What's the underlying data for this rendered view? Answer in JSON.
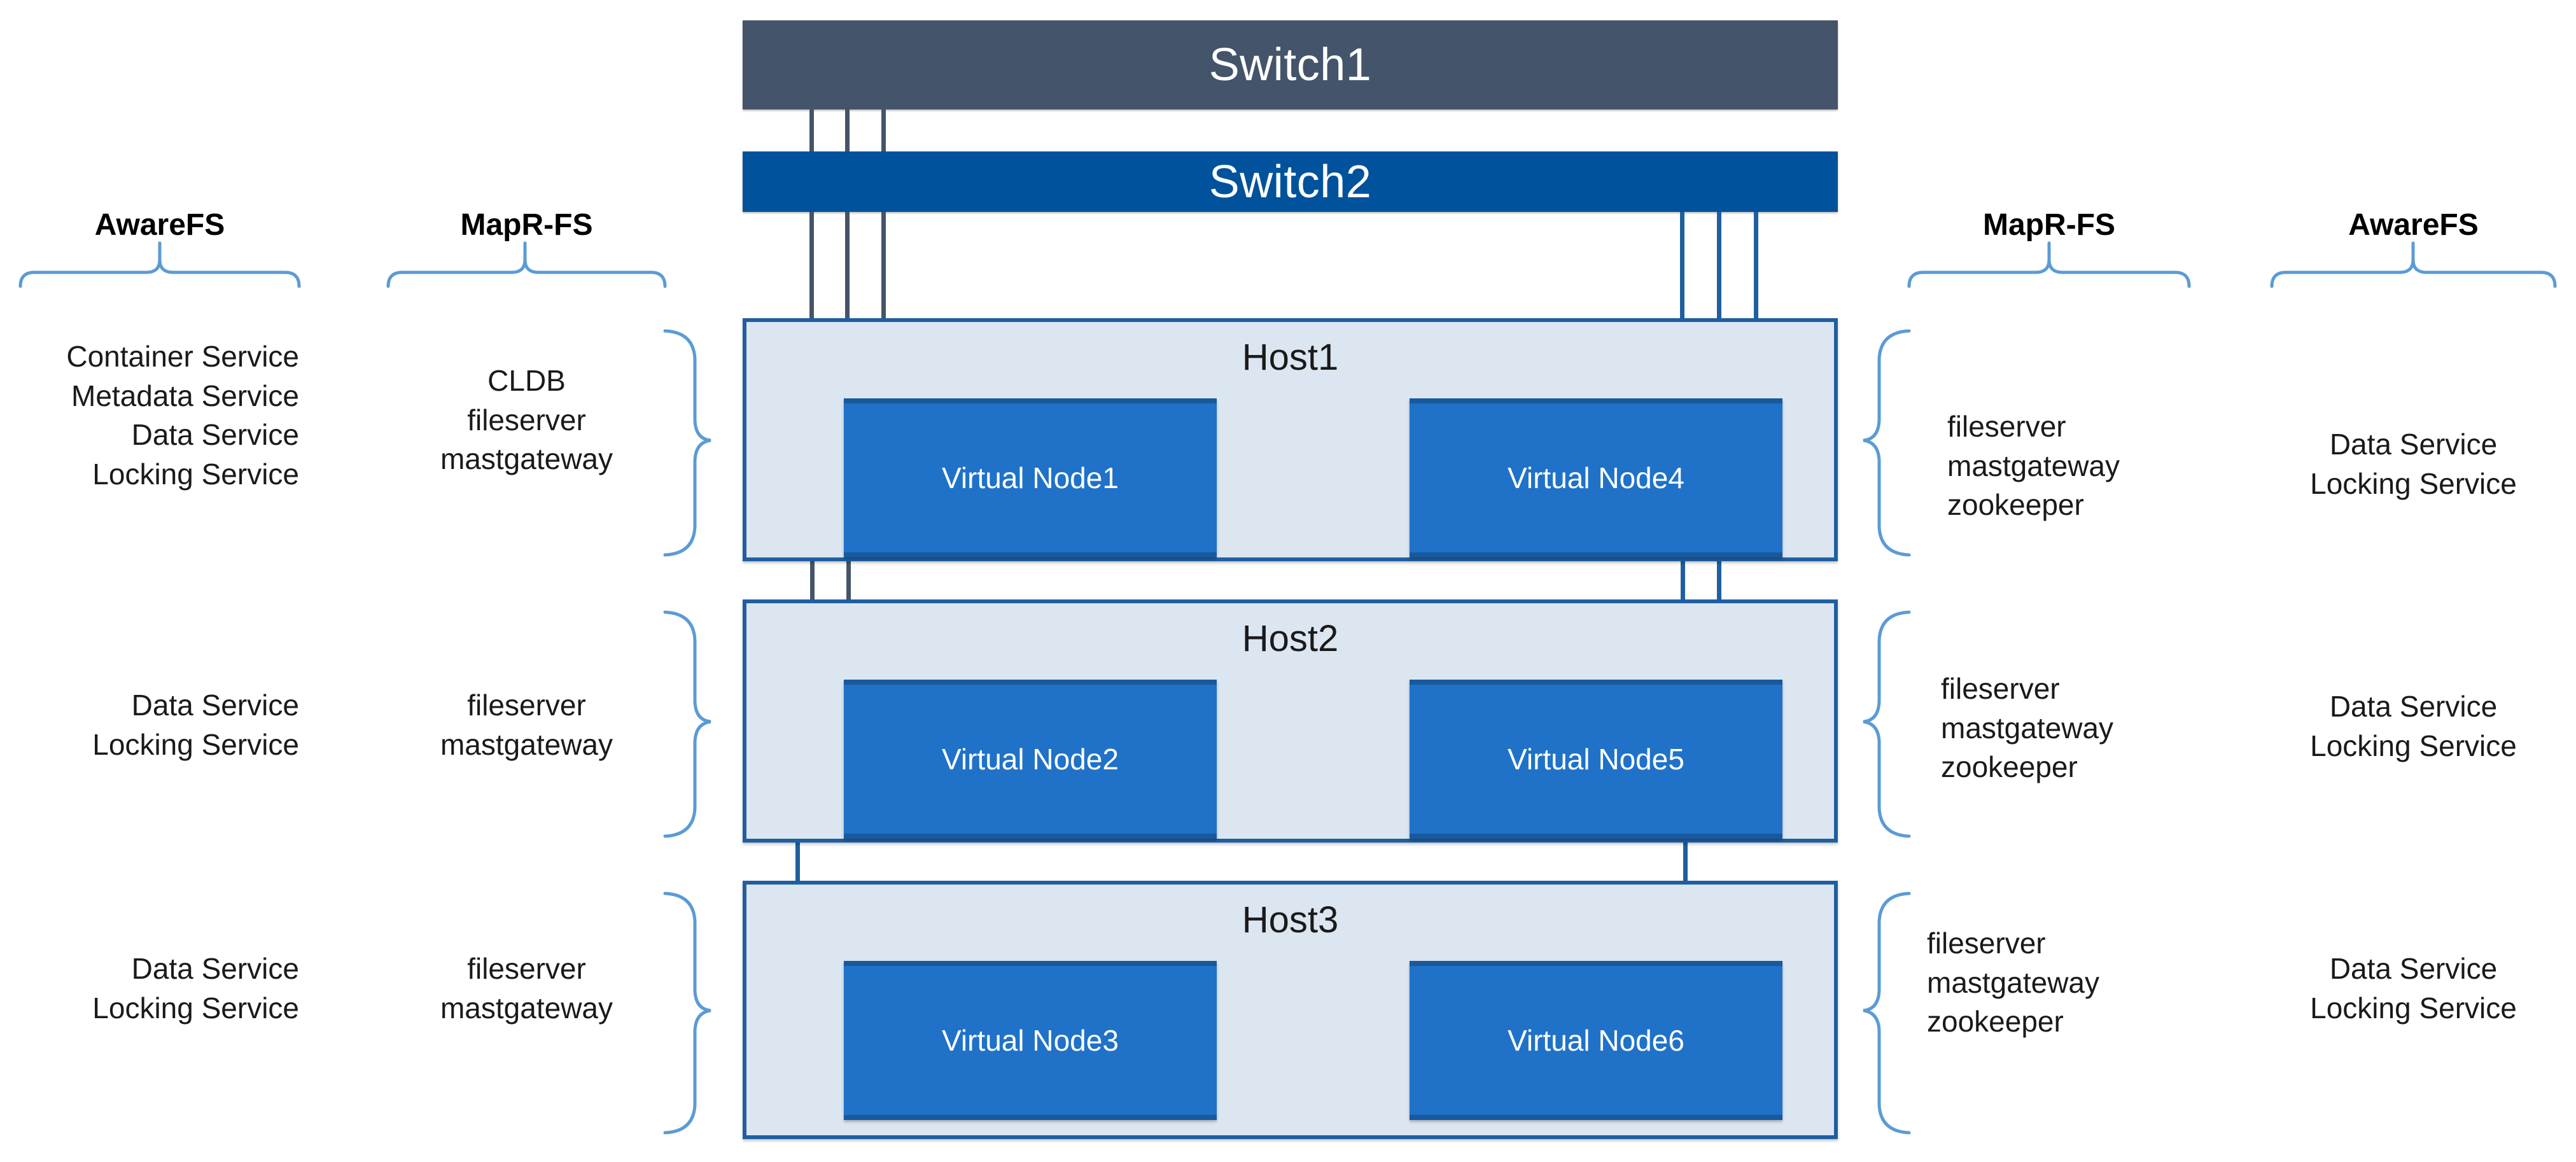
{
  "diagram": {
    "switches": [
      {
        "id": "switch1",
        "label": "Switch1",
        "color": "#44546A"
      },
      {
        "id": "switch2",
        "label": "Switch2",
        "color": "#00529C"
      }
    ],
    "hosts": [
      {
        "id": "host1",
        "label": "Host1",
        "nodes": [
          {
            "id": "vnode1",
            "label": "Virtual Node1"
          },
          {
            "id": "vnode4",
            "label": "Virtual Node4"
          }
        ]
      },
      {
        "id": "host2",
        "label": "Host2",
        "nodes": [
          {
            "id": "vnode2",
            "label": "Virtual Node2"
          },
          {
            "id": "vnode5",
            "label": "Virtual Node5"
          }
        ]
      },
      {
        "id": "host3",
        "label": "Host3",
        "nodes": [
          {
            "id": "vnode3",
            "label": "Virtual Node3"
          },
          {
            "id": "vnode6",
            "label": "Virtual Node6"
          }
        ]
      }
    ],
    "left": {
      "awarefs": {
        "title": "AwareFS",
        "rows": [
          "Container Service\nMetadata Service\nData Service\nLocking Service",
          "Data Service\nLocking Service",
          "Data Service\nLocking Service"
        ]
      },
      "maprfs": {
        "title": "MapR-FS",
        "rows": [
          "CLDB\nfileserver\nmastgateway",
          "fileserver\nmastgateway",
          "fileserver\nmastgateway"
        ]
      }
    },
    "right": {
      "maprfs": {
        "title": "MapR-FS",
        "rows": [
          "fileserver\nmastgateway\nzookeeper",
          "fileserver\nmastgateway\nzookeeper",
          "fileserver\nmastgateway\nzookeeper"
        ]
      },
      "awarefs": {
        "title": "AwareFS",
        "rows": [
          "Data Service\nLocking Service",
          "Data Service\nLocking Service",
          "Data Service\nLocking Service"
        ]
      }
    },
    "colors": {
      "switch1": "#44546A",
      "switch2": "#00529C",
      "host_fill": "#DCE6F1",
      "host_border": "#1F5FA0",
      "vnode_fill": "#1F72C8",
      "brace": "#5B9BD5"
    }
  }
}
